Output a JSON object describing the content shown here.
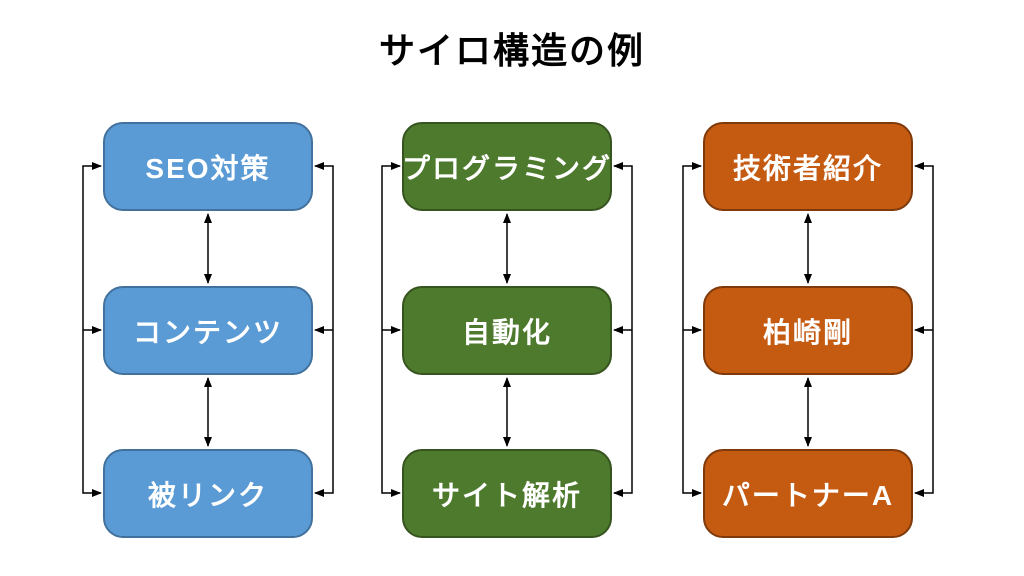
{
  "title": "サイロ構造の例",
  "connector_color": "#000000",
  "columns": [
    {
      "name": "silo-seo",
      "fill": "#5b9bd5",
      "border": "#41719c",
      "boxes": [
        "SEO対策",
        "コンテンツ",
        "被リンク"
      ]
    },
    {
      "name": "silo-programming",
      "fill": "#4e7a2d",
      "border": "#36541f",
      "boxes": [
        "プログラミング",
        "自動化",
        "サイト解析"
      ]
    },
    {
      "name": "silo-engineer",
      "fill": "#c55a11",
      "border": "#7e3a0b",
      "boxes": [
        "技術者紹介",
        "柏崎剛",
        "パートナーA"
      ]
    }
  ]
}
